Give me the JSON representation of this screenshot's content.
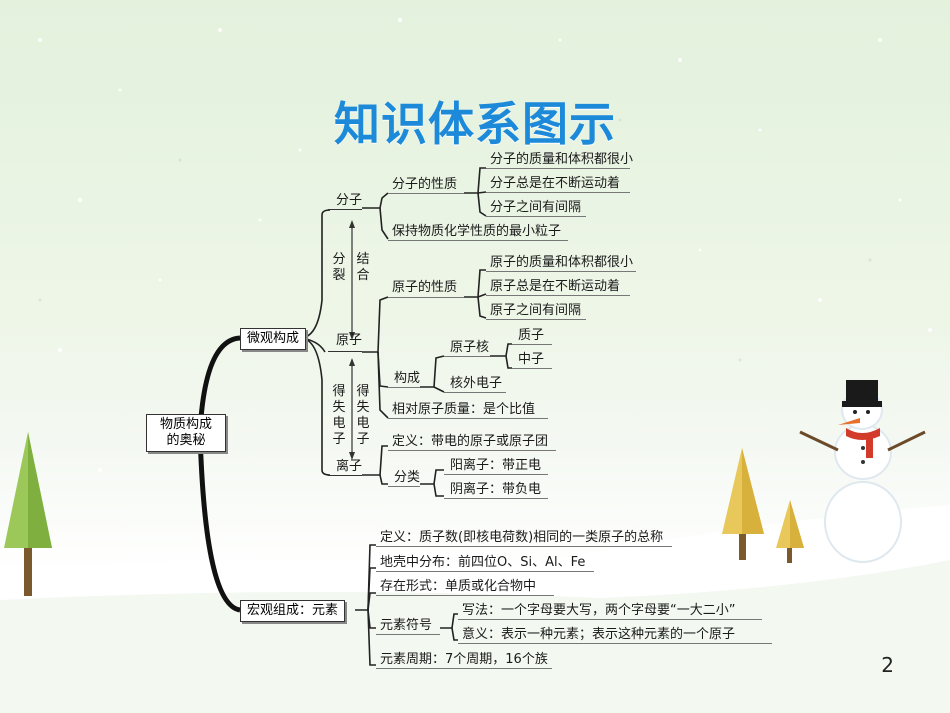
{
  "title": "知识体系图示",
  "page_number": "2",
  "root": {
    "line1": "物质构成",
    "line2": "的奥秘"
  },
  "micro": {
    "label": "微观构成",
    "molecule": {
      "label": "分子",
      "property_label": "分子的性质",
      "properties": [
        "分子的质量和体积都很小",
        "分子总是在不断运动着",
        "分子之间有间隔"
      ],
      "definition": "保持物质化学性质的最小粒子"
    },
    "split_label": "分裂",
    "combine_label": "结合",
    "atom": {
      "label": "原子",
      "property_label": "原子的性质",
      "properties": [
        "原子的质量和体积都很小",
        "原子总是在不断运动着",
        "原子之间有间隔"
      ],
      "structure_label": "构成",
      "nucleus_label": "原子核",
      "nucleus_parts": [
        "质子",
        "中子"
      ],
      "electron_label": "核外电子",
      "relative_mass": "相对原子质量：是个比值"
    },
    "gain_lose_left": "得失电子",
    "gain_lose_right": "得失电子",
    "ion": {
      "label": "离子",
      "definition": "定义：带电的原子或原子团",
      "classify_label": "分类",
      "cation": "阳离子：带正电",
      "anion": "阴离子：带负电"
    }
  },
  "macro": {
    "label": "宏观组成：元素",
    "definition": "定义：质子数(即核电荷数)相同的一类原子的总称",
    "distribution": "地壳中分布：前四位O、Si、Al、Fe",
    "form": "存在形式：单质或化合物中",
    "symbol_label": "元素符号",
    "symbol_writing": "写法：一个字母要大写，两个字母要“一大二小”",
    "symbol_meaning": "意义：表示一种元素；表示这种元素的一个原子",
    "period": "元素周期：7个周期，16个族"
  }
}
